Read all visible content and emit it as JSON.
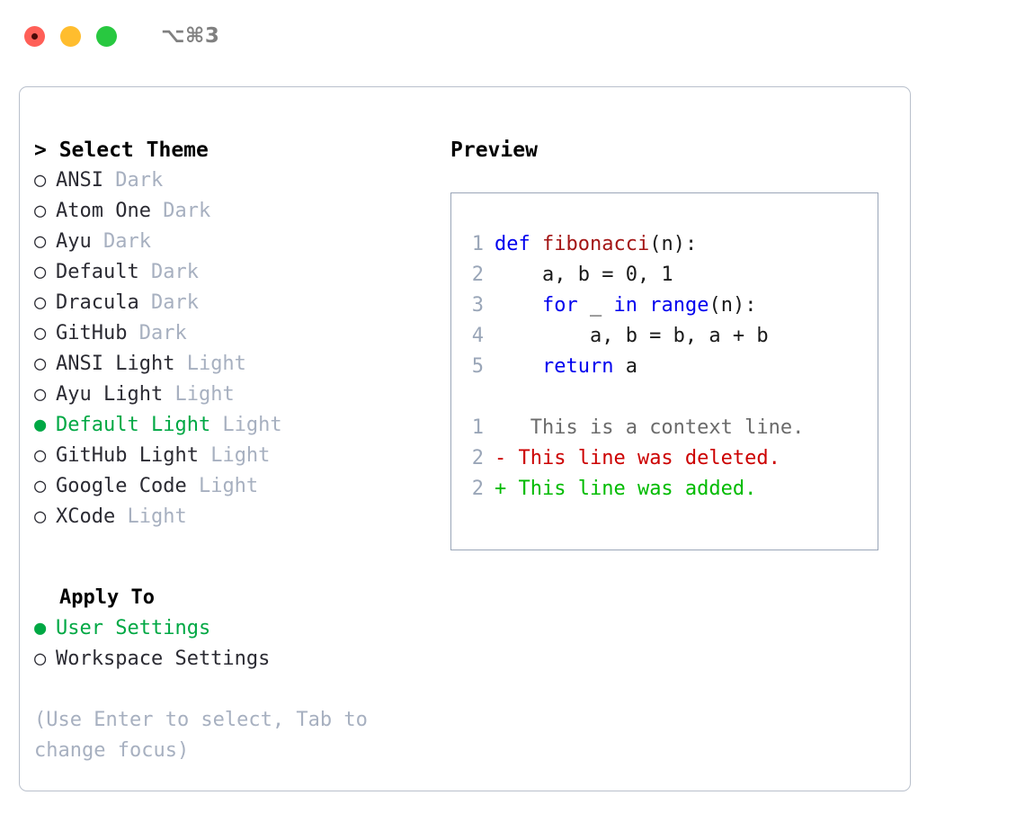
{
  "titlebar": {
    "shortcut": "⌥⌘3",
    "buttons": [
      {
        "name": "close",
        "color": "#ff5f57"
      },
      {
        "name": "minimize",
        "color": "#ffbd2e"
      },
      {
        "name": "maximize",
        "color": "#28c840"
      }
    ]
  },
  "left": {
    "header": "> Select Theme",
    "themes": [
      {
        "marker": "○",
        "name": "ANSI",
        "kind": "Dark",
        "selected": false
      },
      {
        "marker": "○",
        "name": "Atom One",
        "kind": "Dark",
        "selected": false
      },
      {
        "marker": "○",
        "name": "Ayu",
        "kind": "Dark",
        "selected": false
      },
      {
        "marker": "○",
        "name": "Default",
        "kind": "Dark",
        "selected": false
      },
      {
        "marker": "○",
        "name": "Dracula",
        "kind": "Dark",
        "selected": false
      },
      {
        "marker": "○",
        "name": "GitHub",
        "kind": "Dark",
        "selected": false
      },
      {
        "marker": "○",
        "name": "ANSI Light",
        "kind": "Light",
        "selected": false
      },
      {
        "marker": "○",
        "name": "Ayu Light",
        "kind": "Light",
        "selected": false
      },
      {
        "marker": "●",
        "name": "Default Light",
        "kind": "Light",
        "selected": true
      },
      {
        "marker": "○",
        "name": "GitHub Light",
        "kind": "Light",
        "selected": false
      },
      {
        "marker": "○",
        "name": "Google Code",
        "kind": "Light",
        "selected": false
      },
      {
        "marker": "○",
        "name": "XCode",
        "kind": "Light",
        "selected": false
      }
    ],
    "apply_header": "Apply To",
    "apply_options": [
      {
        "marker": "●",
        "name": "User Settings",
        "selected": true
      },
      {
        "marker": "○",
        "name": "Workspace Settings",
        "selected": false
      }
    ],
    "hint": "(Use Enter to select, Tab to change focus)"
  },
  "right": {
    "title": "Preview",
    "code_lines": [
      {
        "lineno": "1",
        "tokens": [
          {
            "text": "def ",
            "style": "kw"
          },
          {
            "text": "fibonacci",
            "style": "fn"
          },
          {
            "text": "(n):",
            "style": "plain"
          }
        ]
      },
      {
        "lineno": "2",
        "tokens": [
          {
            "text": "    a, b = 0, 1",
            "style": "plain"
          }
        ]
      },
      {
        "lineno": "3",
        "tokens": [
          {
            "text": "    ",
            "style": "plain"
          },
          {
            "text": "for",
            "style": "kw"
          },
          {
            "text": " _ ",
            "style": "plain"
          },
          {
            "text": "in",
            "style": "kw"
          },
          {
            "text": " ",
            "style": "plain"
          },
          {
            "text": "range",
            "style": "kw"
          },
          {
            "text": "(n):",
            "style": "plain"
          }
        ]
      },
      {
        "lineno": "4",
        "tokens": [
          {
            "text": "        a, b = b, a + b",
            "style": "plain"
          }
        ]
      },
      {
        "lineno": "5",
        "tokens": [
          {
            "text": "    ",
            "style": "plain"
          },
          {
            "text": "return",
            "style": "kw"
          },
          {
            "text": " a",
            "style": "plain"
          }
        ]
      }
    ],
    "diff_lines": [
      {
        "lineno": "1",
        "marker": " ",
        "text": "  This is a context line.",
        "style": "ctx"
      },
      {
        "lineno": "2",
        "marker": "-",
        "text": " This line was deleted.",
        "style": "del"
      },
      {
        "lineno": "2",
        "marker": "+",
        "text": " This line was added.",
        "style": "add"
      }
    ]
  },
  "colors": {
    "accent_green": "#00a844",
    "muted": "#a7b0c0",
    "keyword": "#0000ee",
    "function": "#a31515",
    "diff_deleted": "#cc0000",
    "diff_added": "#00bb00",
    "border": "#b9c0cc"
  }
}
